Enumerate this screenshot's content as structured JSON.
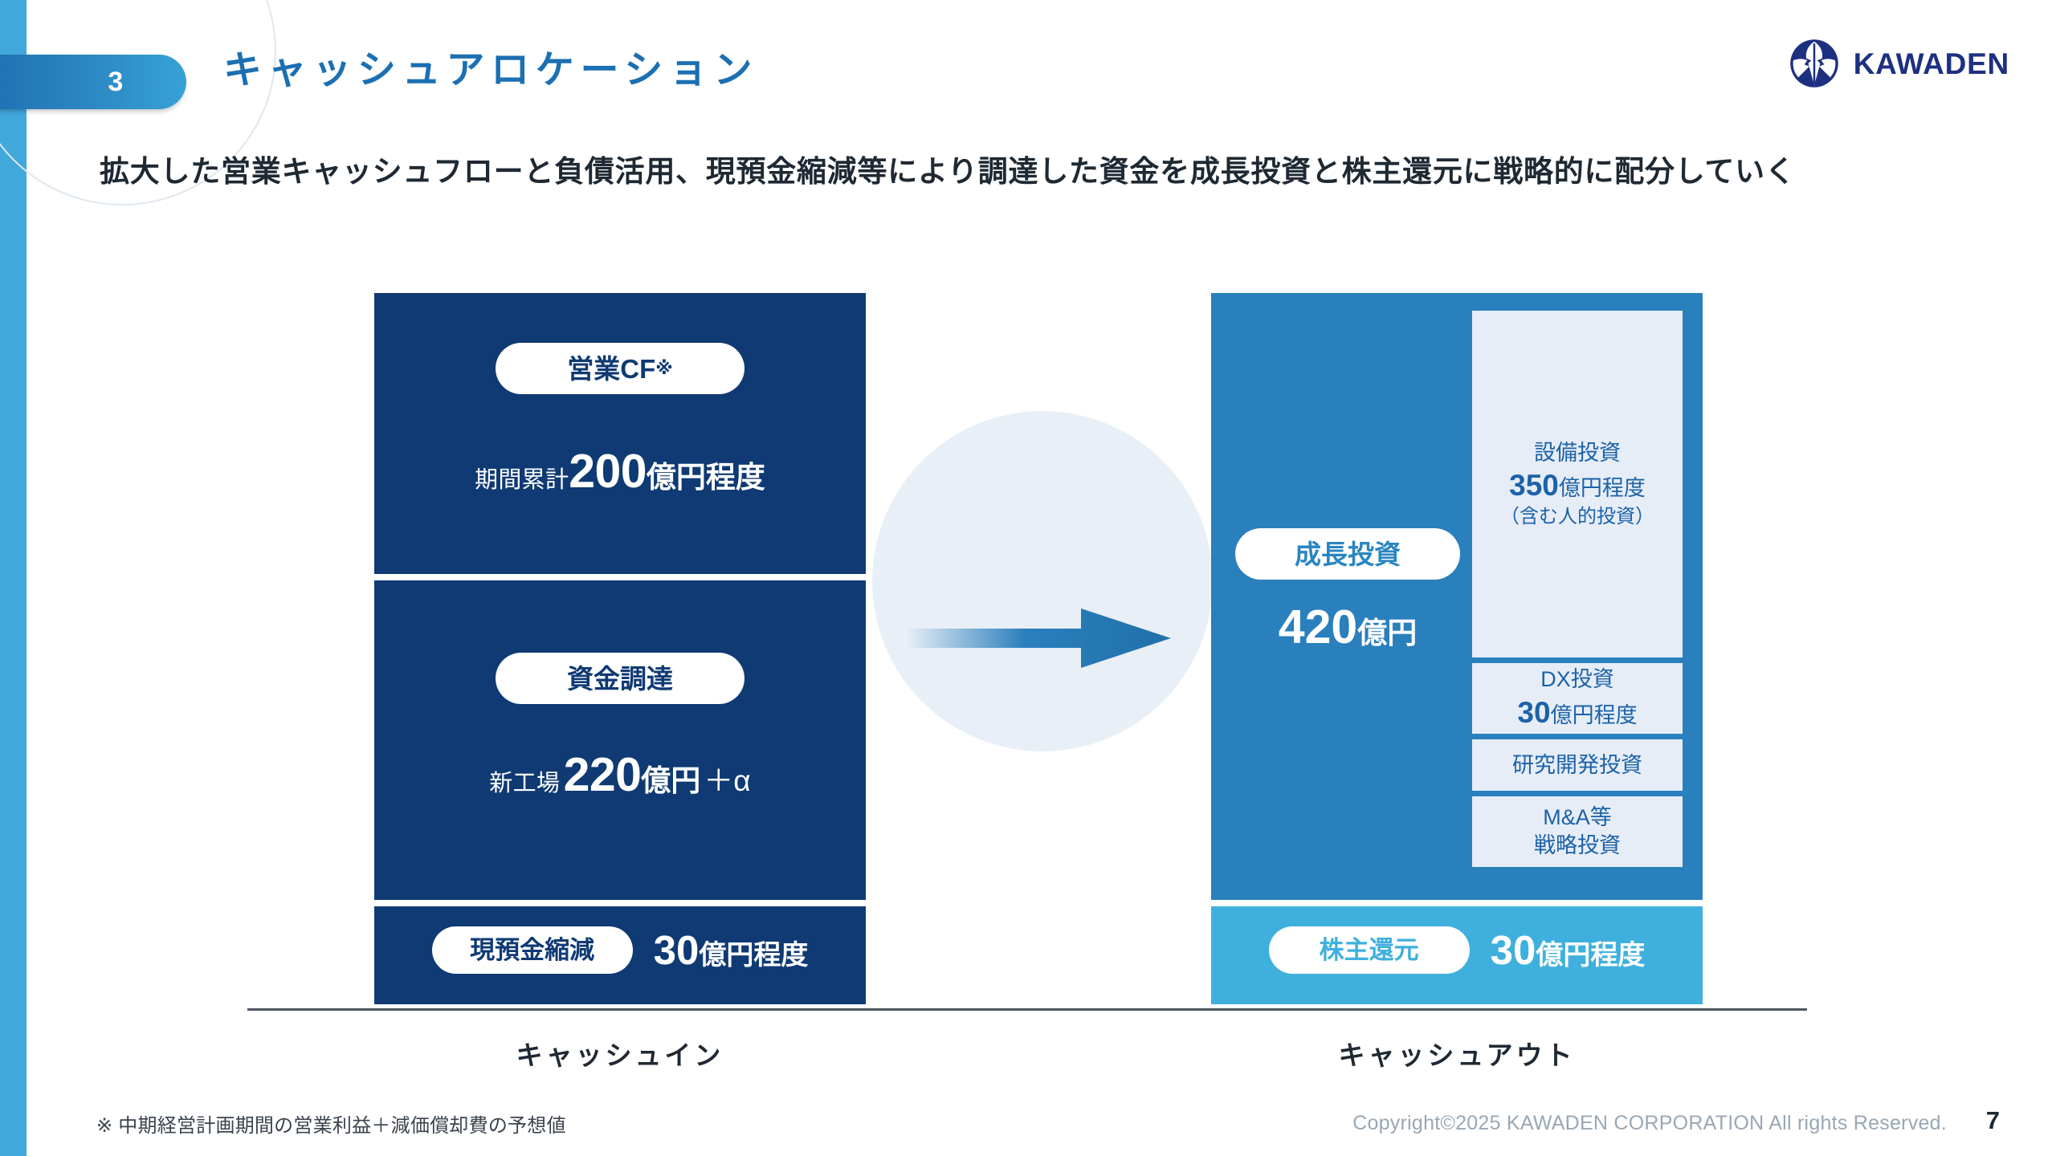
{
  "slide": {
    "number_badge": "3",
    "title": "キャッシュアロケーション",
    "lead": "拡大した営業キャッシュフローと負債活用、現預金縮減等により調達した資金を成長投資と株主還元に戦略的に配分していく",
    "page_number": "7"
  },
  "brand": {
    "logo_text": "KAWADEN",
    "logo_mark_icon": "kawaden-lightning-circle-icon",
    "navy": "#1d3080",
    "title_blue": "#1b6fb2",
    "box_navy": "#0f3a73",
    "box_blue": "#2a7fbd",
    "box_cyan": "#3fb0dd",
    "sub_box_bg": "#e6edf7",
    "edge_bar": "#41a8dc"
  },
  "cash_in": {
    "caption": "キャッシュイン",
    "items": [
      {
        "pill": "営業CF",
        "pill_ref": "※",
        "prefix": "期間累計",
        "value": "200",
        "unit": "億円程度",
        "suffix": ""
      },
      {
        "pill": "資金調達",
        "prefix": "新工場",
        "value": "220",
        "unit": "億円",
        "suffix": "＋α"
      },
      {
        "pill": "現預金縮減",
        "prefix": "",
        "value": "30",
        "unit": "億円程度",
        "suffix": ""
      }
    ]
  },
  "cash_out": {
    "caption": "キャッシュアウト",
    "growth": {
      "pill": "成長投資",
      "value": "420",
      "unit": "億円",
      "breakdown": [
        {
          "label": "設備投資",
          "value": "350",
          "unit": "億円程度",
          "note": "（含む人的投資）"
        },
        {
          "label": "DX投資",
          "value": "30",
          "unit": "億円程度",
          "note": ""
        },
        {
          "label": "研究開発投資",
          "value": "",
          "unit": "",
          "note": ""
        },
        {
          "label": "M&A等",
          "value": "",
          "unit": "",
          "note": "戦略投資"
        }
      ]
    },
    "shareholder_return": {
      "pill": "株主還元",
      "value": "30",
      "unit": "億円程度"
    }
  },
  "arrow": {
    "icon": "right-arrow-icon",
    "color": "#2a7fbd"
  },
  "footer": {
    "footnote": "※ 中期経営計画期間の営業利益＋減価償却費の予想値",
    "copyright": "Copyright©2025 KAWADEN CORPORATION All rights Reserved."
  },
  "chart_data": {
    "type": "bar",
    "title": "キャッシュアロケーション",
    "unit": "億円",
    "series": [
      {
        "name": "キャッシュイン",
        "items": [
          {
            "category": "営業CF",
            "value": 200,
            "note": "期間累計200億円程度"
          },
          {
            "category": "資金調達",
            "value": 220,
            "note": "新工場220億円＋α"
          },
          {
            "category": "現預金縮減",
            "value": 30,
            "note": "30億円程度"
          }
        ]
      },
      {
        "name": "キャッシュアウト",
        "items": [
          {
            "category": "成長投資",
            "value": 420,
            "note": "420億円"
          },
          {
            "category": "設備投資",
            "value": 350,
            "note": "350億円程度（含む人的投資）"
          },
          {
            "category": "DX投資",
            "value": 30,
            "note": "30億円程度"
          },
          {
            "category": "研究開発投資",
            "value": null,
            "note": ""
          },
          {
            "category": "M&A等戦略投資",
            "value": null,
            "note": ""
          },
          {
            "category": "株主還元",
            "value": 30,
            "note": "30億円程度"
          }
        ]
      }
    ],
    "legend": [
      "キャッシュイン",
      "キャッシュアウト"
    ],
    "grid": false
  }
}
